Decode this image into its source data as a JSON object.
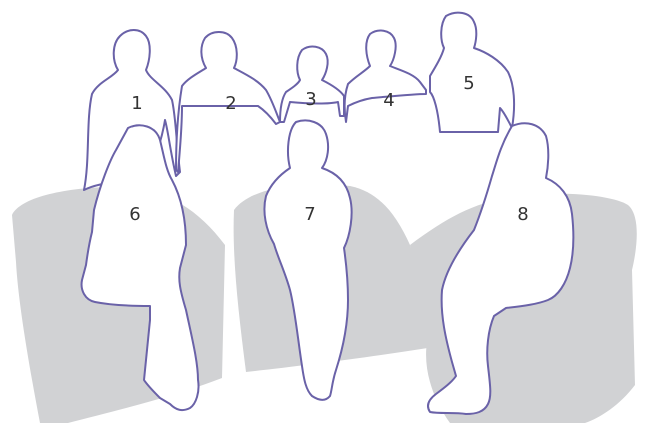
{
  "colors": {
    "background": "#ffffff",
    "chair_fill": "#d1d2d4",
    "outline": "#6a62a8",
    "label_text": "#333333"
  },
  "people": [
    {
      "label": "1"
    },
    {
      "label": "2"
    },
    {
      "label": "3"
    },
    {
      "label": "4"
    },
    {
      "label": "5"
    },
    {
      "label": "6"
    },
    {
      "label": "7"
    },
    {
      "label": "8"
    }
  ]
}
